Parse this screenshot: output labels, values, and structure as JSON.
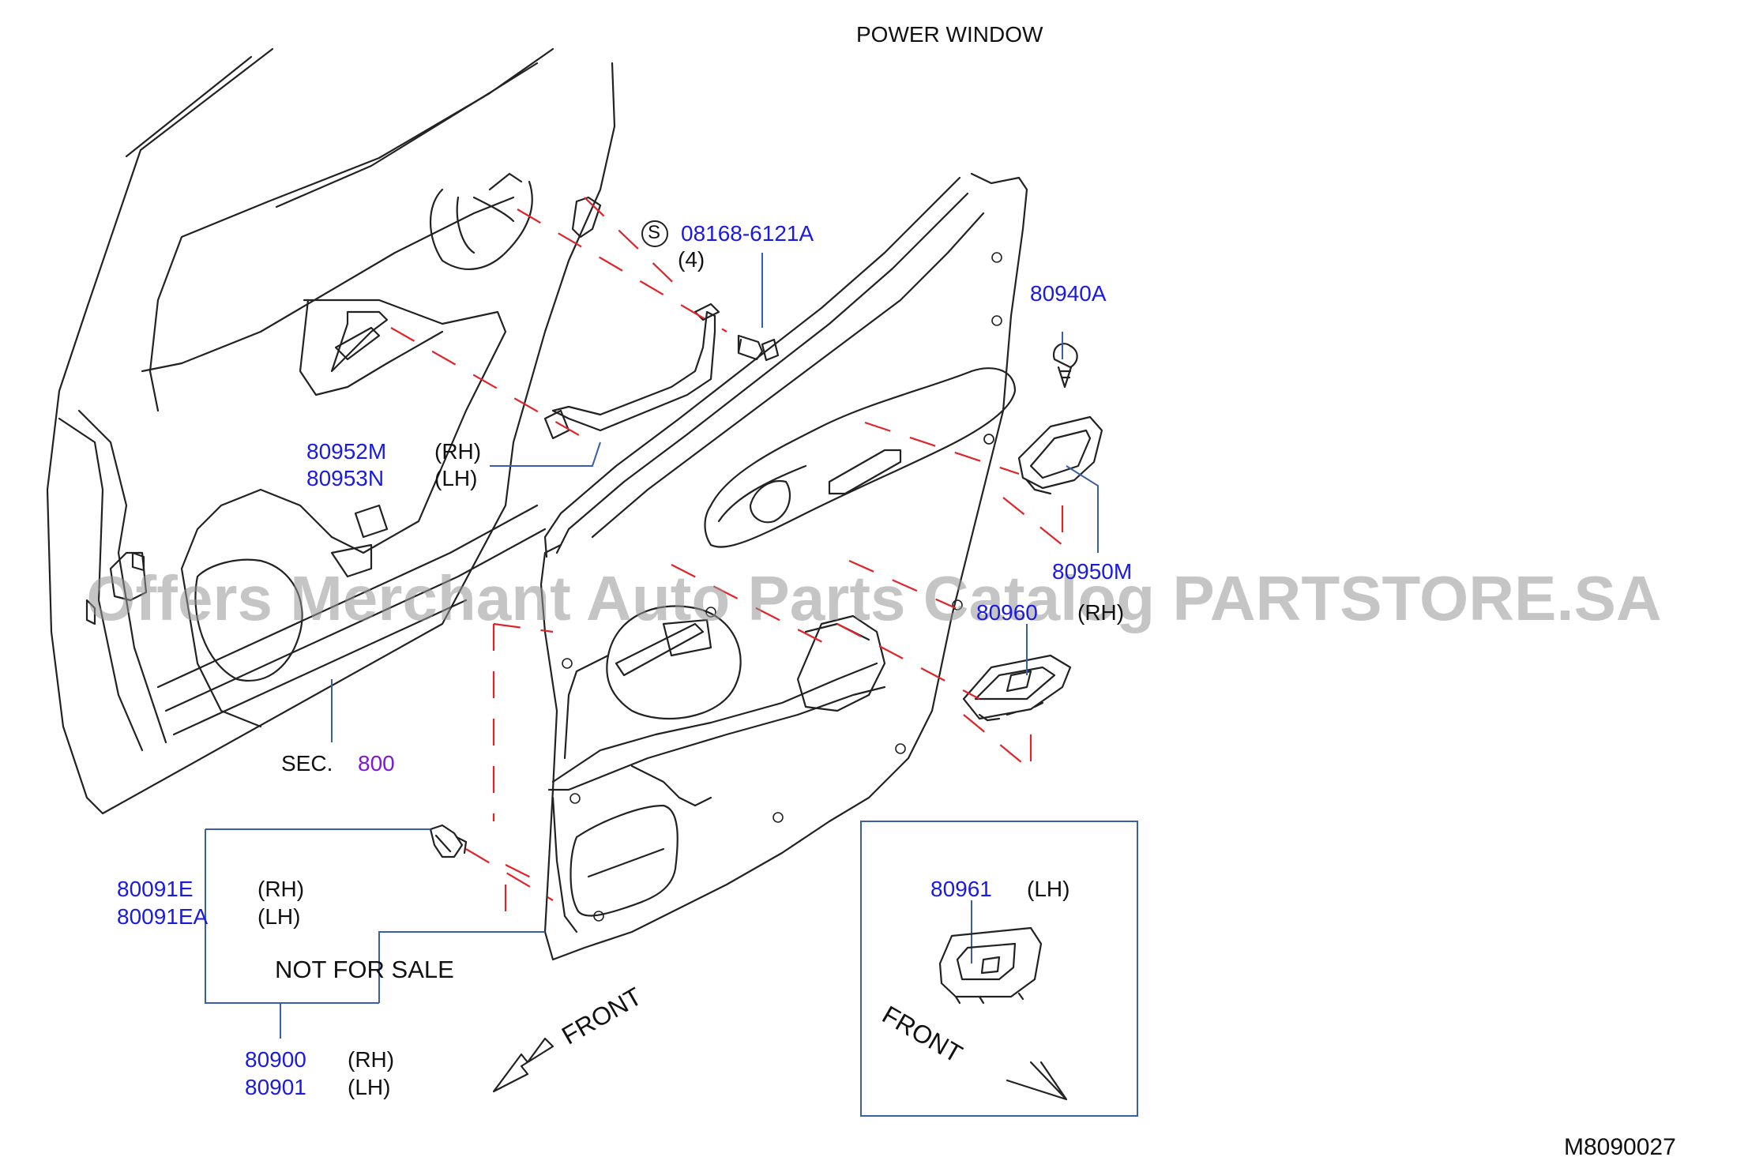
{
  "title": "POWER   WINDOW",
  "diagram_code": "M8090027",
  "watermark": "Offers Merchant Auto Parts Catalog PARTSTORE.SA",
  "parts": {
    "screw_symbol": "S",
    "screw_part": "08168-6121A",
    "screw_qty": "(4)",
    "clip_top": "80940A",
    "finisher_rh": "80952M",
    "finisher_rh_side": "(RH)",
    "finisher_lh": "80953N",
    "finisher_lh_side": "(LH)",
    "switch_finisher": "80950M",
    "switch_rh": "80960",
    "switch_rh_side": "(RH)",
    "sec_label": "SEC.",
    "sec_num": "800",
    "clip_rh": "80091E",
    "clip_rh_side": "(RH)",
    "clip_lh": "80091EA",
    "clip_lh_side": "(LH)",
    "not_for_sale": "NOT   FOR   SALE",
    "trim_rh": "80900",
    "trim_rh_side": "(RH)",
    "trim_lh": "80901",
    "trim_lh_side": "(LH)",
    "switch_lh": "80961",
    "switch_lh_side": "(LH)"
  },
  "front_label_main": "FRONT",
  "front_label_inset": "FRONT",
  "colors": {
    "part_number": "#1a1ae0",
    "section_link": "#7a1ad8",
    "guide_line": "#e0242a",
    "leader": "#3a5ea8"
  }
}
